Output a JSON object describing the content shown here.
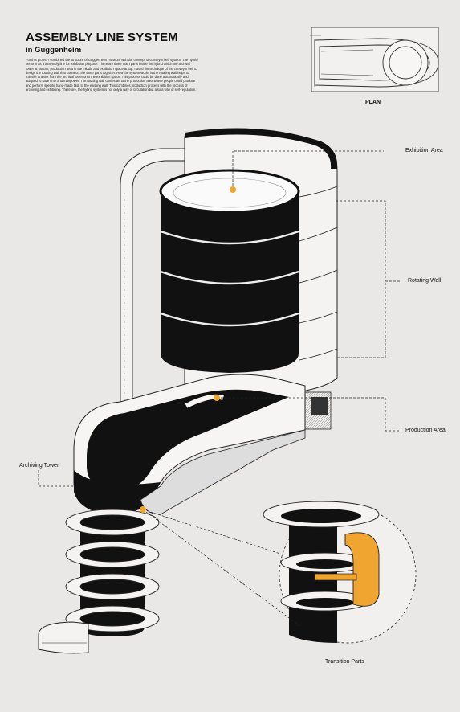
{
  "title": "ASSEMBLY LINE SYSTEM",
  "subtitle": "in Guggenheim",
  "description": "For this project I combined the structure of Guggenheim museum with the concept of conveyor belt system. The hybrid perform as a assembly line for exhibition purpose. There are three main parts inside the hybrid which are archival tower at bottom, production area in the middle and exhibition space at top. I used the technique of the conveyor belt to design the rotating wall that connects the three parts together. How the system works is the rotating wall helps to transfer artwork from the archival tower onto the exhibition space. This process could be done automatically and adapted to save time and manpower. The rotating wall carries art to the production area where people could produce and perform specific hand-made task to the existing wall. This combines production process with the process of archiving and exhibiting. Therefore, the hybrid system is not only a way of circulation but also a way of self-regulation.",
  "labels": {
    "plan": "PLAN",
    "exhibition_area": "Exhibition Area",
    "rotating_wall": "Rotating Wall",
    "production_area": "Production Area",
    "archiving_tower": "Archiving Tower",
    "transition_parts": "Transition Parts"
  },
  "colors": {
    "background": "#e9e8e6",
    "ink": "#111111",
    "accent": "#f0a531"
  }
}
